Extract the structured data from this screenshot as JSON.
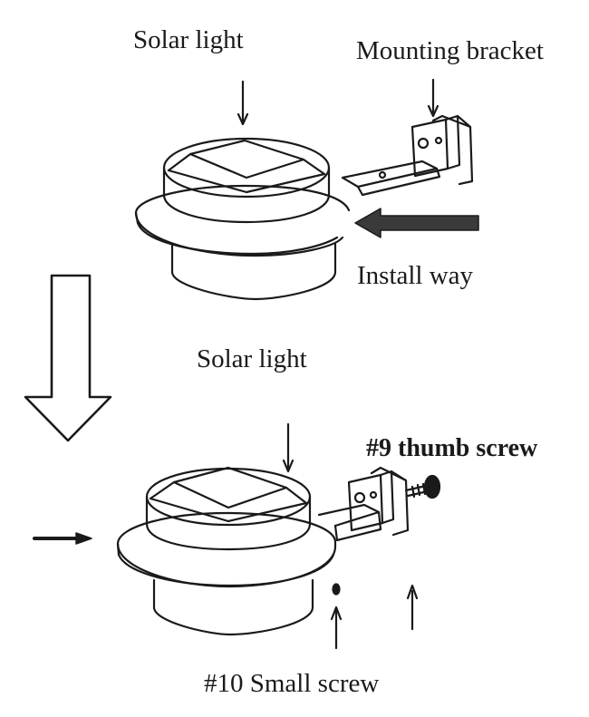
{
  "labels": {
    "top_solar_light": "Solar light",
    "mounting_bracket": "Mounting bracket",
    "install_way": "Install way",
    "bottom_solar_light": "Solar light",
    "thumb_screw": "#9 thumb screw",
    "small_screw": "#10 Small screw"
  },
  "colors": {
    "ink": "#1a1a1a",
    "paper": "#ffffff",
    "arrow_fill": "#3a3a3a"
  }
}
